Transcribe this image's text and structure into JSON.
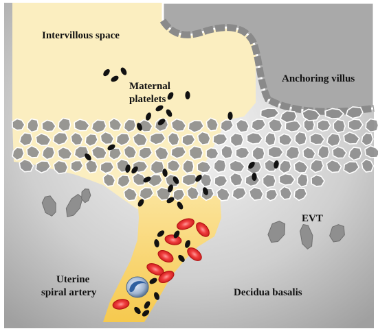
{
  "labels": {
    "intervillous_space": "Intervillous space",
    "anchoring_villus": "Anchoring villus",
    "maternal_platelets_line1": "Maternal",
    "maternal_platelets_line2": "platelets",
    "evt": "EVT",
    "uterine_line1": "Uterine",
    "uterine_line2": "spiral artery",
    "decidua_basalis": "Decidua basalis"
  },
  "colors": {
    "intervillous_fill": "#fbeec0",
    "artery_fill": "#f9d36b",
    "decidua_gray": "#b8b8b8",
    "cell_gray": "#8f8f8f",
    "cell_outline": "#ffffff",
    "platelet": "#111111",
    "rbc_red": "#ee2a2a",
    "leukocyte_blue": "#2f5fa0"
  },
  "icons": {
    "platelet": "black-oval-platelet-icon",
    "red_blood_cell": "red-ellipse-rbc-icon",
    "leukocyte": "blue-leukocyte-icon",
    "trophoblast_cell": "gray-cell-icon"
  }
}
